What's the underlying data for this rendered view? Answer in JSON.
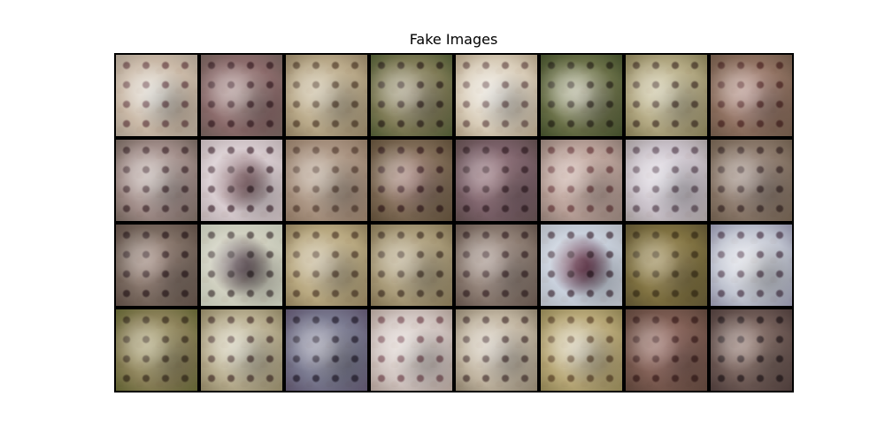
{
  "figure": {
    "title": "Fake Images"
  },
  "grid": {
    "rows": 4,
    "cols": 8,
    "tiles": [
      {
        "bg": "radial-gradient(circle at 50% 50%, #e8e4dc 10%, #c9b8a6 60%, #a89c8e 100%)",
        "accent": "#6b3b4a"
      },
      {
        "bg": "radial-gradient(circle at 50% 50%, #bfa8a6 10%, #8a6a6a 60%, #6b5a55 100%)",
        "accent": "#4a2030"
      },
      {
        "bg": "radial-gradient(circle at 50% 50%, #d8cdb4 10%, #b8a888 60%, #8a7a5e 100%)",
        "accent": "#5a4030"
      },
      {
        "bg": "radial-gradient(circle at 50% 50%, #b8b098 10%, #7e7a55 60%, #4a5530 100%)",
        "accent": "#3a2028"
      },
      {
        "bg": "radial-gradient(circle at 50% 50%, #f0ece4 10%, #d8ccb8 60%, #a8987e 100%)",
        "accent": "#6a4a50"
      },
      {
        "bg": "radial-gradient(circle at 50% 50%, #c8c8b0 10%, #6a7048 60%, #3e4a28 100%)",
        "accent": "#3a2a2a"
      },
      {
        "bg": "radial-gradient(circle at 50% 50%, #dcd6b8 10%, #b0a680 60%, #7e7650 100%)",
        "accent": "#4a3030"
      },
      {
        "bg": "radial-gradient(circle at 50% 50%, #c8a8a0 10%, #8e7060 60%, #6a5545 100%)",
        "accent": "#6a2a30"
      },
      {
        "bg": "radial-gradient(circle at 50% 50%, #d0c4c0 10%, #a08c88 60%, #6e6058 100%)",
        "accent": "#4a2a35"
      },
      {
        "bg": "radial-gradient(circle at 50% 50%, #8a6a70 10%, #d8ccd0 55%, #b8acae 100%)",
        "accent": "#3a1a28"
      },
      {
        "bg": "radial-gradient(circle at 50% 50%, #c8b8a8 10%, #a89280 60%, #8a7460 100%)",
        "accent": "#6a5045"
      },
      {
        "bg": "radial-gradient(circle at 50% 50%, #b89890 10%, #7e6a55 60%, #5a4a35 100%)",
        "accent": "#4a1a30"
      },
      {
        "bg": "radial-gradient(circle at 50% 50%, #a88890 10%, #7a6068 60%, #5a4848 100%)",
        "accent": "#4a2a35"
      },
      {
        "bg": "radial-gradient(circle at 50% 50%, #d8c0b8 10%, #b8a098 60%, #8a7870 100%)",
        "accent": "#7a3a45"
      },
      {
        "bg": "radial-gradient(circle at 50% 50%, #e8e4ec 10%, #c8c0c8 60%, #a09898 100%)",
        "accent": "#5a4050"
      },
      {
        "bg": "radial-gradient(circle at 50% 50%, #b0a098 10%, #8a786a 60%, #6a5a4a 100%)",
        "accent": "#4a3038"
      },
      {
        "bg": "radial-gradient(circle at 50% 50%, #b09a90 10%, #7a6a60 60%, #5a4a42 100%)",
        "accent": "#3a1a28"
      },
      {
        "bg": "radial-gradient(circle at 50% 50%, #6a5a60 10%, #d0d0c0 55%, #bcc0b0 100%)",
        "accent": "#3a2a30"
      },
      {
        "bg": "radial-gradient(circle at 50% 50%, #d0c4a8 10%, #b8a880 60%, #8a7a58 100%)",
        "accent": "#5a4035"
      },
      {
        "bg": "radial-gradient(circle at 50% 50%, #c8bca0 10%, #a89a78 60%, #7e7050 100%)",
        "accent": "#4a3530"
      },
      {
        "bg": "radial-gradient(circle at 50% 50%, #b8a8a0 10%, #8a7a70 60%, #605048 100%)",
        "accent": "#4a2a35"
      },
      {
        "bg": "radial-gradient(circle at 50% 50%, #6a3a50 10%, #c8d0dc 55%, #b0b4bc 100%)",
        "accent": "#3a1a28"
      },
      {
        "bg": "radial-gradient(circle at 50% 50%, #b0a070 10%, #7e7040 60%, #5a5030 100%)",
        "accent": "#5a4a35"
      },
      {
        "bg": "radial-gradient(circle at 50% 50%, #e8eaf0 10%, #c0c4d0 60%, #8a8aa0 100%)",
        "accent": "#4a2a40"
      },
      {
        "bg": "radial-gradient(circle at 50% 50%, #c0b890 10%, #8a8058 60%, #5e6030 100%)",
        "accent": "#4a3530"
      },
      {
        "bg": "radial-gradient(circle at 50% 50%, #e0dcc8 10%, #b8ae90 60%, #8a8060 100%)",
        "accent": "#4a2a30"
      },
      {
        "bg": "radial-gradient(circle at 50% 50%, #a8a8b8 10%, #7a7a90 55%, #5a5068 100%)",
        "accent": "#2a1a30"
      },
      {
        "bg": "radial-gradient(circle at 50% 50%, #e8e0dc 10%, #d0c4c0 60%, #a89890 100%)",
        "accent": "#7a4050"
      },
      {
        "bg": "radial-gradient(circle at 50% 50%, #e0d8cc 10%, #c0b4a0 60%, #8a7e6a 100%)",
        "accent": "#4a3035"
      },
      {
        "bg": "radial-gradient(circle at 50% 50%, #e0d8c0 10%, #b8a878 60%, #8a7e50 100%)",
        "accent": "#6a4a35"
      },
      {
        "bg": "radial-gradient(circle at 50% 50%, #a88078 10%, #7a5a50 60%, #5a4238 100%)",
        "accent": "#5a2a30"
      },
      {
        "bg": "radial-gradient(circle at 50% 50%, #a89088 10%, #6e5a55 60%, #4a3a38 100%)",
        "accent": "#2a1a28"
      }
    ]
  }
}
